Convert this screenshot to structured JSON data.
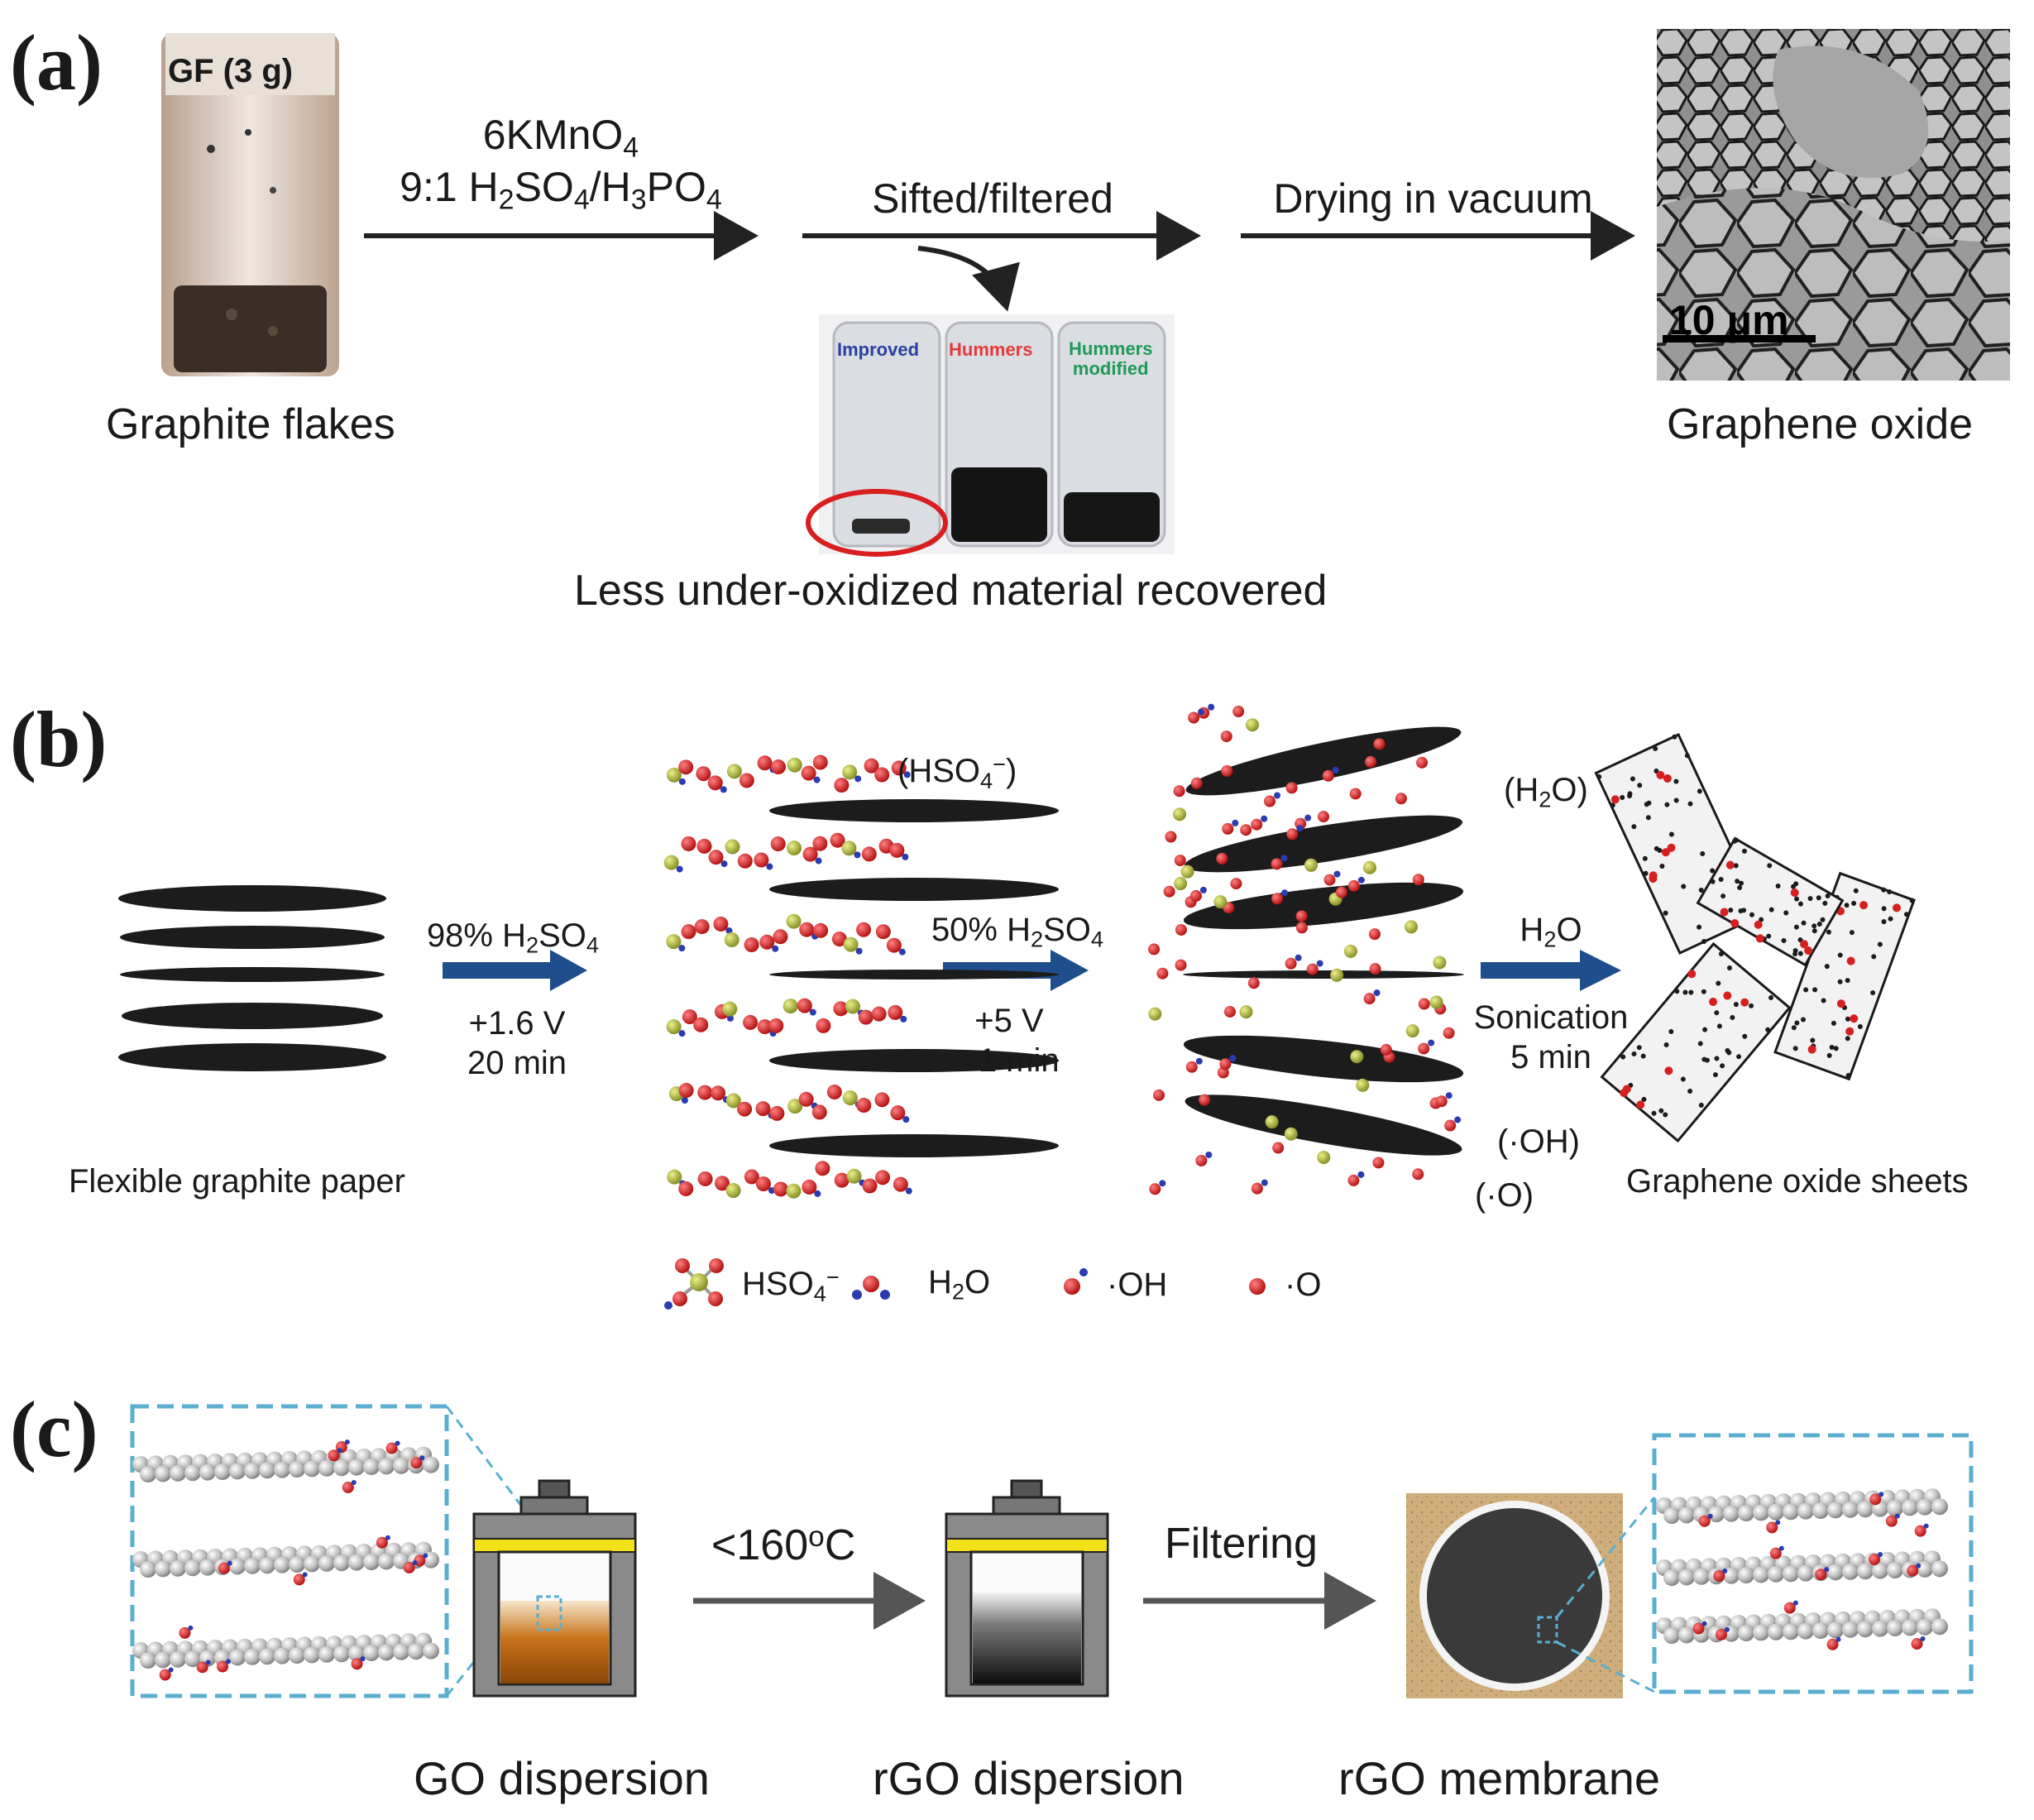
{
  "panel_a": {
    "label": "(a)",
    "jar_label": "GF (3 g)",
    "jar_caption": "Graphite flakes",
    "step1": {
      "line1_main": "6KMnO",
      "line1_sub": "4",
      "line2": [
        "9:1 H",
        "2",
        "SO",
        "4",
        "/H",
        "3",
        "PO",
        "4"
      ]
    },
    "step2": "Sifted/filtered",
    "step3": "Drying in vacuum",
    "photo_labels": {
      "improved": "Improved",
      "hummers": "Hummers",
      "modified_line1": "Hummers",
      "modified_line2": "modified"
    },
    "photo_caption": "Less under-oxidized material recovered",
    "sem_scale": "10 μm",
    "sem_caption": "Graphene oxide",
    "colors": {
      "improved": "#2a3fa0",
      "hummers": "#e23b3b",
      "modified": "#1f9a57",
      "circle": "#d81e1e"
    }
  },
  "panel_b": {
    "label": "(b)",
    "left_caption": "Flexible graphite paper",
    "arrow1_top": [
      "98% H",
      "2",
      "SO",
      "4"
    ],
    "arrow1_bottom": [
      "+1.6 V",
      "20 min"
    ],
    "arrow2_top": [
      "50% H",
      "2",
      "SO",
      "4"
    ],
    "arrow2_bottom": [
      "+5 V",
      "<1 min"
    ],
    "arrow3_top": [
      "H",
      "2",
      "O"
    ],
    "arrow3_bottom": [
      "Sonication",
      "5 min"
    ],
    "tag_hso4": [
      "(HSO",
      "4",
      "−",
      ")"
    ],
    "tag_h2o": [
      "(H",
      "2",
      "O)"
    ],
    "tag_oh": "(·OH)",
    "tag_o": "(·O)",
    "right_caption": "Graphene oxide sheets",
    "legend": {
      "hso4": [
        "HSO",
        "4",
        "−"
      ],
      "h2o": [
        "H",
        "2",
        "O"
      ],
      "oh": "·OH",
      "o": "·O"
    },
    "colors": {
      "arrow": "#1f4e8c",
      "carbon": "#1c1c1c",
      "oxygen": "#d62020",
      "sulfur": "#a8b030",
      "hydrogen": "#2b3bb0"
    }
  },
  "panel_c": {
    "label": "(c)",
    "arrow1": [
      "<160",
      "o",
      "C"
    ],
    "arrow2": "Filtering",
    "caption_go": "GO dispersion",
    "caption_rgo": "rGO dispersion",
    "caption_membrane": "rGO membrane",
    "colors": {
      "dash": "#5aaed0",
      "lid": "#f3e21a",
      "go": "#b8640a",
      "rgo": "#1a1a1a",
      "sphere": "#b8b8b8",
      "board": "#cba978",
      "membrane": "#3a3a3a"
    }
  }
}
